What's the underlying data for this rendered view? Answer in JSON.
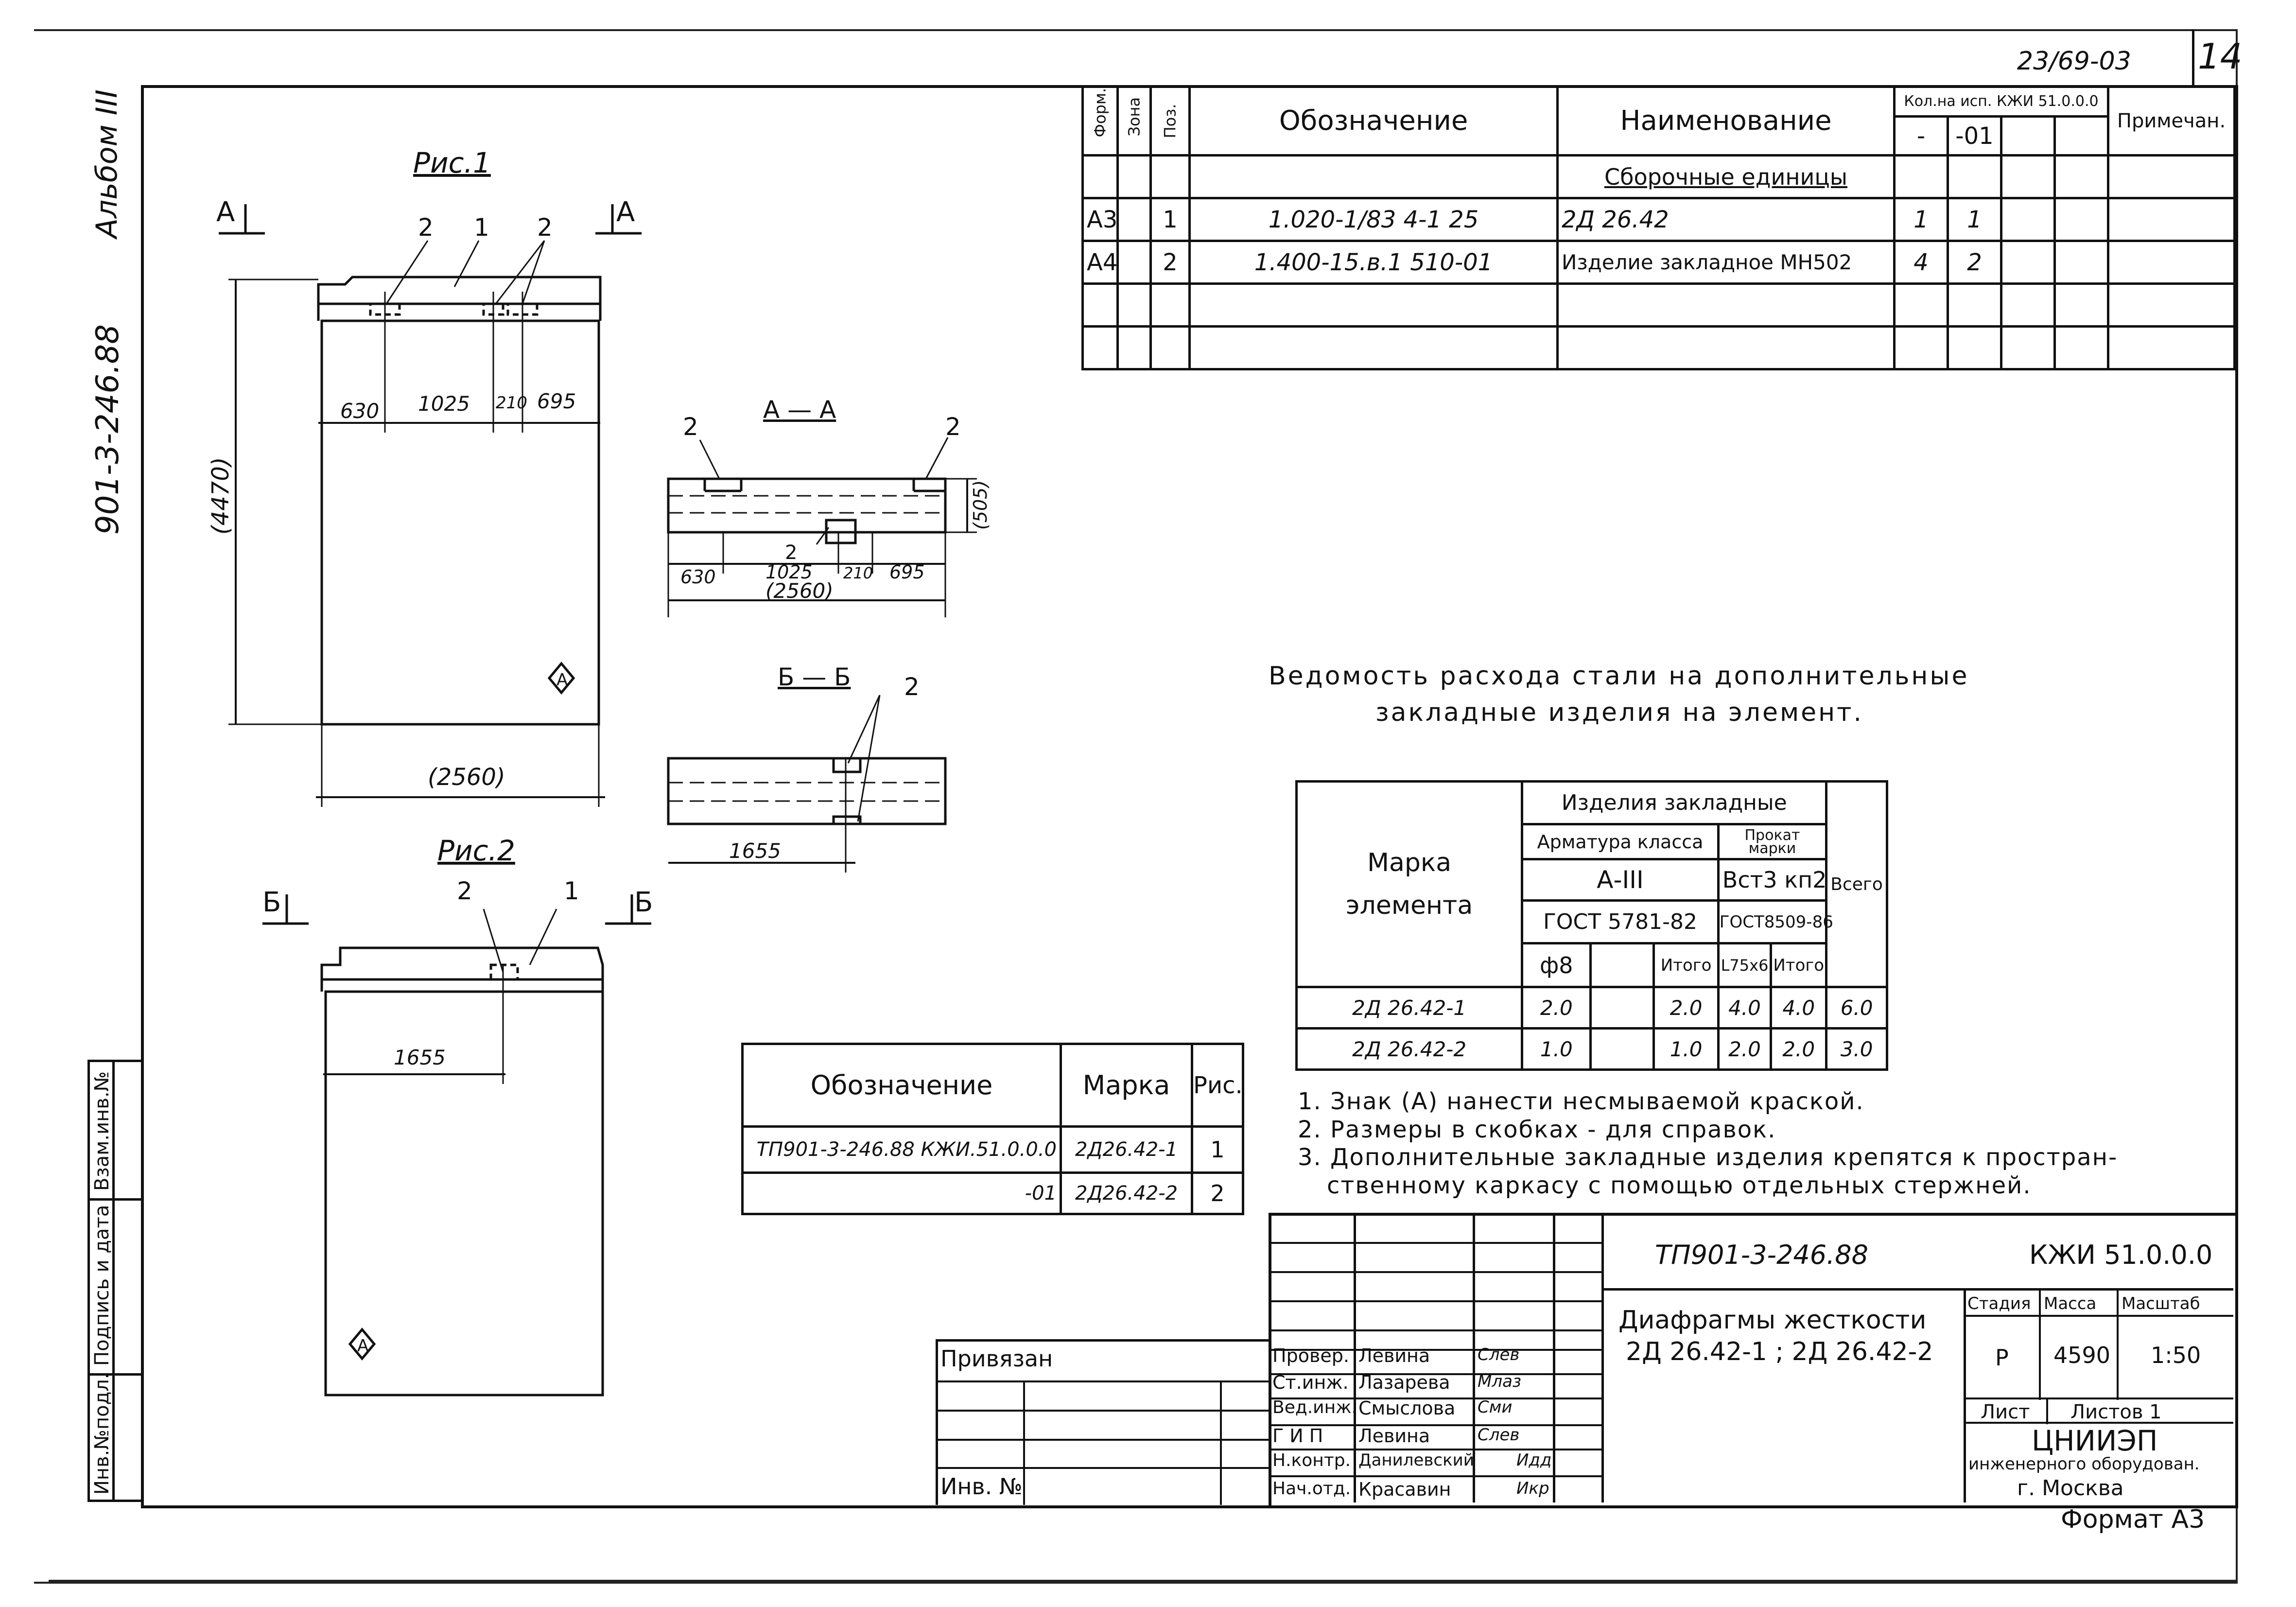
{
  "sheet": {
    "doc_number_top": "23/69-03",
    "sheet_number": "14",
    "album_code": "901-3-246.88",
    "album_label": "Альбом III",
    "format_label": "Формат А3"
  },
  "left_stamp": {
    "cells": [
      "Инв.№подл.",
      "Подпись и дата",
      "Взам.инв.№"
    ]
  },
  "spec_table": {
    "headers": {
      "form": "Форм.",
      "zone": "Зона",
      "pos": "Поз.",
      "designation": "Обозначение",
      "name": "Наименование",
      "qty": "Кол.на исп. КЖИ 51.0.0.0",
      "qty_base": "-",
      "qty_01": "-01",
      "note": "Примечан."
    },
    "section_title": "Сборочные единицы",
    "rows": [
      {
        "form": "А3",
        "pos": "1",
        "designation": "1.020-1/83 4-1 25",
        "name": "2Д 26.42",
        "q1": "1",
        "q2": "1"
      },
      {
        "form": "А4",
        "pos": "2",
        "designation": "1.400-15.в.1 510-01",
        "name": "Изделие закладное МН502",
        "q1": "4",
        "q2": "2"
      }
    ]
  },
  "fig1": {
    "title": "Рис.1",
    "section_mark": "А",
    "leaders": [
      "2",
      "1",
      "2"
    ],
    "dims": [
      "630",
      "1025",
      "210",
      "695"
    ],
    "height_dim": "(4470)",
    "width_dim": "(2560)",
    "sign": "А"
  },
  "fig2": {
    "title": "Рис.2",
    "section_mark": "Б",
    "leaders": [
      "2",
      "1"
    ],
    "dim": "1655",
    "sign": "А"
  },
  "section_aa": {
    "title": "А — А",
    "leaders": [
      "2",
      "2",
      "2"
    ],
    "dims": [
      "630",
      "1025",
      "210",
      "695"
    ],
    "overall": "(2560)",
    "thickness": "(505)"
  },
  "section_bb": {
    "title": "Б — Б",
    "leader": "2",
    "dim": "1655"
  },
  "marks_table": {
    "headers": [
      "Обозначение",
      "Марка",
      "Рис."
    ],
    "rows": [
      {
        "designation": "ТП901-3-246.88 КЖИ.51.0.0.0",
        "mark": "2Д26.42-1",
        "fig": "1"
      },
      {
        "designation": "-01",
        "mark": "2Д26.42-2",
        "fig": "2"
      }
    ]
  },
  "steel": {
    "title_line1": "Ведомость расхода стали на дополнительные",
    "title_line2": "закладные изделия на элемент.",
    "head_mark": "Марка элемента",
    "head_embed": "Изделия закладные",
    "head_rebar": "Арматура класса",
    "head_rolled": "Прокат марки",
    "rebar_class": "А-III",
    "rolled_grade": "Вст3 кп2",
    "gost_rebar": "ГОСТ 5781-82",
    "gost_rolled": "ГОСТ8509-86",
    "col_d8": "ф8",
    "col_total": "Итого",
    "col_angle": "L75х6",
    "col_total2": "Итого",
    "col_all": "Всего",
    "rows": [
      {
        "mark": "2Д 26.42-1",
        "d8": "2.0",
        "total": "2.0",
        "angle": "4.0",
        "total2": "4.0",
        "all": "6.0"
      },
      {
        "mark": "2Д 26.42-2",
        "d8": "1.0",
        "total": "1.0",
        "angle": "2.0",
        "total2": "2.0",
        "all": "3.0"
      }
    ]
  },
  "notes": [
    "1. Знак (А) нанести несмываемой краской.",
    "2. Размеры в скобках - для справок.",
    "3. Дополнительные закладные изделия крепятся к простран-",
    "ственному каркасу с помощью отдельных стержней."
  ],
  "title_block": {
    "project": "ТП901-3-246.88",
    "code": "КЖИ 51.0.0.0",
    "title_line1": "Диафрагмы жесткости",
    "title_line2": "2Д 26.42-1 ; 2Д 26.42-2",
    "stage_label": "Стадия",
    "mass_label": "Масса",
    "scale_label": "Масштаб",
    "stage": "Р",
    "mass": "4590",
    "scale": "1:50",
    "sheet_label": "Лист",
    "sheets_label": "Листов 1",
    "org_line1": "ЦНИИЭП",
    "org_line2": "инженерного оборудован.",
    "org_line3": "г. Москва",
    "bound_label": "Привязан",
    "inv_label": "Инв. №",
    "signatures": [
      {
        "role": "Провер.",
        "name": "Левина",
        "sign": "Слев"
      },
      {
        "role": "Ст.инж.",
        "name": "Лазарева",
        "sign": "Млаз"
      },
      {
        "role": "Вед.инж.",
        "name": "Смыслова",
        "sign": "Сми"
      },
      {
        "role": "Г И П",
        "name": "Левина",
        "sign": "Слев"
      },
      {
        "role": "Н.контр.",
        "name": "Данилевский",
        "sign": "Идд"
      },
      {
        "role": "Нач.отд.",
        "name": "Красавин",
        "sign": "Икр"
      }
    ]
  }
}
